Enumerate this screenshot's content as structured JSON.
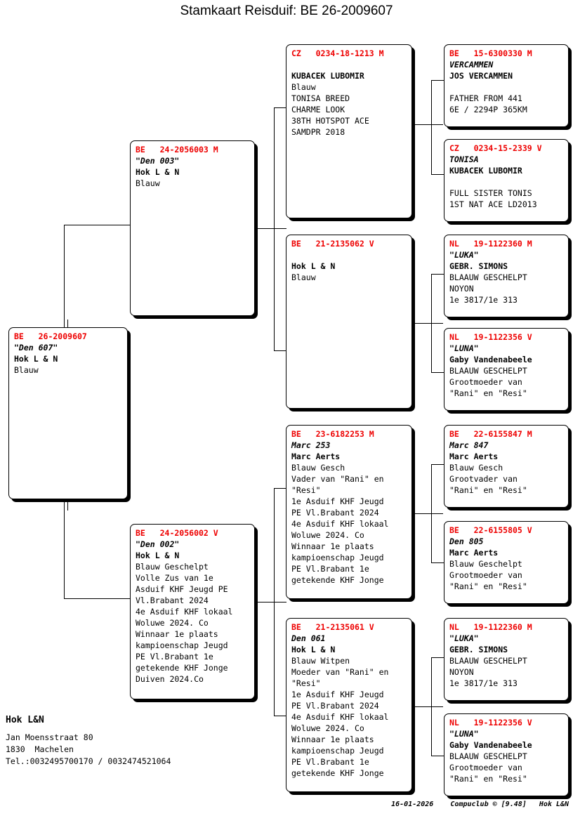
{
  "page": {
    "title": "Stamkaart Reisduif: BE  26-2009607",
    "accent_color": "#ee0000",
    "text_color": "#000000",
    "background": "#ffffff"
  },
  "subject": {
    "id": "BE   26-2009607",
    "name": "\"Den 607\"",
    "lines": [
      "Hok L & N",
      "Blauw"
    ]
  },
  "gen2": {
    "sire": {
      "id": "BE   24-2056003 M",
      "name": "\"Den 003\"",
      "lines": [
        "Hok L & N",
        "Blauw"
      ]
    },
    "dam": {
      "id": "BE   24-2056002 V",
      "name": "\"Den 002\"",
      "lines": [
        "Hok L & N",
        "Blauw Geschelpt",
        "Volle Zus van 1e",
        "Asduif KHF Jeugd PE",
        "Vl.Brabant 2024",
        "4e Asduif KHF lokaal",
        "Woluwe 2024. Co",
        "Winnaar 1e plaats",
        "kampioenschap Jeugd",
        "PE Vl.Brabant 1e",
        "getekende KHF Jonge",
        "Duiven 2024.Co"
      ]
    }
  },
  "gen3": {
    "sire_sire": {
      "id": "CZ   0234-18-1213 M",
      "name": "",
      "lines": [
        "KUBACEK LUBOMIR",
        "Blauw",
        "TONISA BREED",
        "CHARME LOOK",
        "38TH HOTSPOT ACE",
        "SAMDPR 2018"
      ]
    },
    "sire_dam": {
      "id": "BE   21-2135062 V",
      "name": "",
      "lines": [
        "Hok L & N",
        "Blauw"
      ]
    },
    "dam_sire": {
      "id": "BE   23-6182253 M",
      "name": "Marc 253",
      "lines": [
        "Marc Aerts",
        "Blauw Gesch",
        "Vader van \"Rani\" en",
        "\"Resi\"",
        "1e Asduif KHF Jeugd",
        "PE Vl.Brabant 2024",
        "4e Asduif KHF lokaal",
        "Woluwe 2024. Co",
        "Winnaar 1e plaats",
        "kampioenschap Jeugd",
        "PE Vl.Brabant 1e",
        "getekende KHF Jonge"
      ]
    },
    "dam_dam": {
      "id": "BE   21-2135061 V",
      "name": "Den 061",
      "lines": [
        "Hok L & N",
        "Blauw Witpen",
        "Moeder van \"Rani\" en",
        "\"Resi\"",
        "1e Asduif KHF Jeugd",
        "PE Vl.Brabant 2024",
        "4e Asduif KHF lokaal",
        "Woluwe 2024. Co",
        "Winnaar 1e plaats",
        "kampioenschap Jeugd",
        "PE Vl.Brabant 1e",
        "getekende KHF Jonge"
      ]
    }
  },
  "gen4": {
    "g1": {
      "id": "BE   15-6300330 M",
      "name": "VERCAMMEN",
      "lines": [
        "JOS VERCAMMEN",
        "",
        "FATHER FROM 441",
        "6E / 2294P 365KM"
      ]
    },
    "g2": {
      "id": "CZ   0234-15-2339 V",
      "name": "TONISA",
      "lines": [
        "KUBACEK LUBOMIR",
        "",
        "FULL SISTER TONIS",
        "1ST NAT ACE LD2013"
      ]
    },
    "g3": {
      "id": "NL   19-1122360 M",
      "name": "\"LUKA\"",
      "lines": [
        "GEBR. SIMONS",
        "BLAAUW GESCHELPT",
        "NOYON",
        "1e 3817/1e 313"
      ]
    },
    "g4": {
      "id": "NL   19-1122356 V",
      "name": "\"LUNA\"",
      "lines": [
        "Gaby Vandenabeele",
        "BLAAUW GESCHELPT",
        "Grootmoeder van",
        "\"Rani\" en \"Resi\""
      ]
    },
    "g5": {
      "id": "BE   22-6155847 M",
      "name": "Marc 847",
      "lines": [
        "Marc Aerts",
        "Blauw Gesch",
        "Grootvader van",
        "\"Rani\" en \"Resi\""
      ]
    },
    "g6": {
      "id": "BE   22-6155805 V",
      "name": "Den 805",
      "lines": [
        "Marc Aerts",
        "Blauw Geschelpt",
        "Grootmoeder van",
        "\"Rani\" en \"Resi\""
      ]
    },
    "g7": {
      "id": "NL   19-1122360 M",
      "name": "\"LUKA\"",
      "lines": [
        "GEBR. SIMONS",
        "BLAAUW GESCHELPT",
        "NOYON",
        "1e 3817/1e 313"
      ]
    },
    "g8": {
      "id": "NL   19-1122356 V",
      "name": "\"LUNA\"",
      "lines": [
        "Gaby Vandenabeele",
        "BLAAUW GESCHELPT",
        "Grootmoeder van",
        "\"Rani\" en \"Resi\""
      ]
    }
  },
  "footer": {
    "owner": "Hok L&N",
    "address_street": "Jan Moensstraat 80",
    "address_city": "1830  Machelen",
    "phone": "Tel.:0032495700170 / 0032474521064",
    "credits": "16-01-2026    Compuclub © [9.48]   Hok L&N"
  }
}
